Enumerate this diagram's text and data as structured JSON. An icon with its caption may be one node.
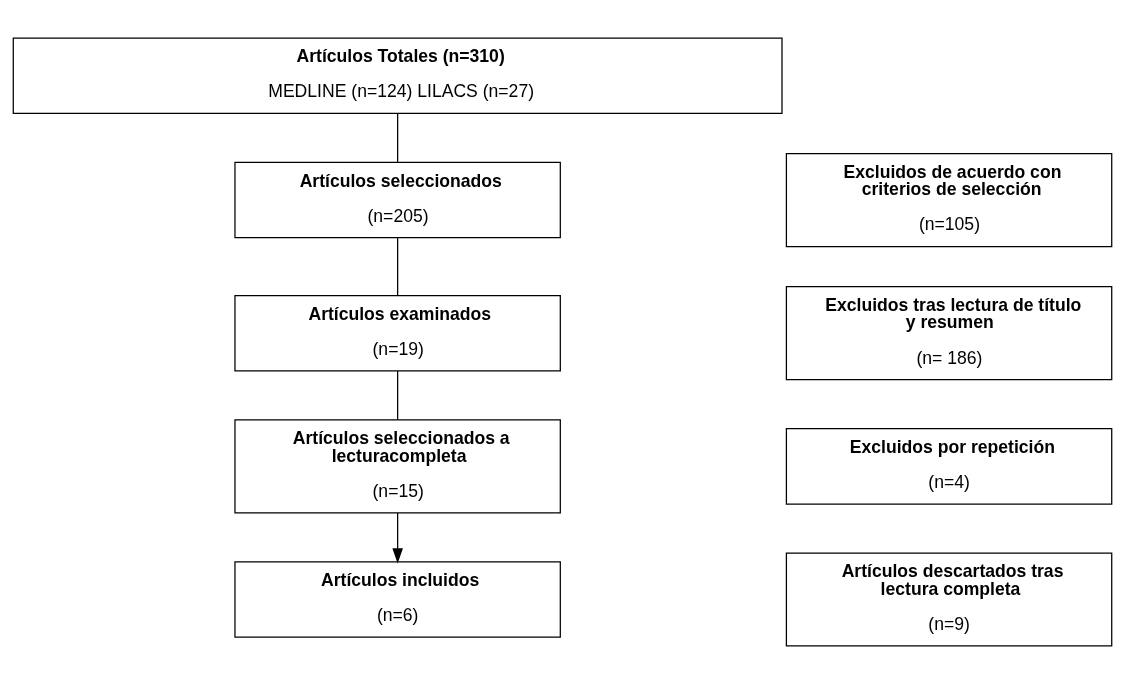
{
  "diagram": {
    "nodes": [
      {
        "text": [
          "Artículos Totales (n=310)",
          "MEDLINE (n=124) LILACS (n=27)"
        ]
      },
      {
        "text": [
          "Artículos seleccionados",
          "(n=205)"
        ]
      },
      {
        "text": [
          "Excluidos de acuerdo con criterios de selección",
          "(n=105)"
        ]
      },
      {
        "text": [
          "Artículos examinados",
          "(n=19)"
        ]
      },
      {
        "text": [
          "Excluidos tras lectura de título y resumen",
          "(n= 186)"
        ]
      },
      {
        "text": [
          "Artículos seleccionados a lecturacompleta",
          "(n=15)"
        ]
      },
      {
        "text": [
          "Excluidos por repetición",
          "(n=4)"
        ]
      },
      {
        "text": [
          "Artículos incluidos",
          "(n=6)"
        ]
      },
      {
        "text": [
          "Artículos descartados tras lectura completa",
          "(n=9)"
        ]
      }
    ],
    "edges": [
      {
        "from": 0,
        "to": 1,
        "arrow": "none"
      },
      {
        "from": 1,
        "to": 3,
        "arrow": "none"
      },
      {
        "from": 3,
        "to": 5,
        "arrow": "none"
      },
      {
        "from": 5,
        "to": 7,
        "arrow": "to"
      }
    ]
  }
}
